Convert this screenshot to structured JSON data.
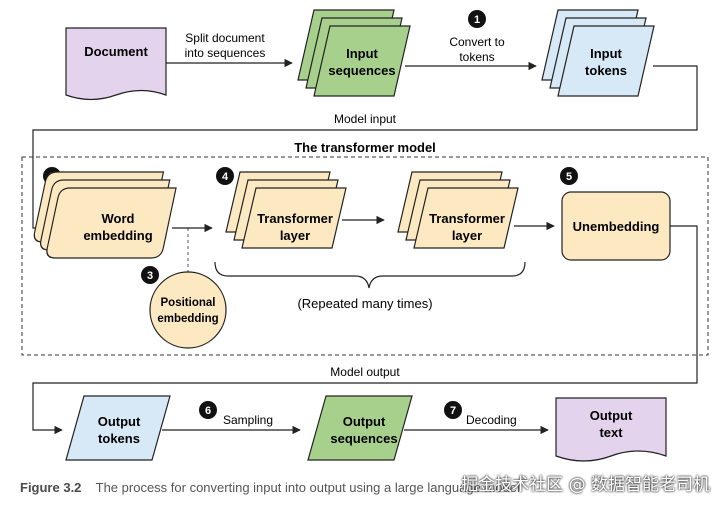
{
  "nodes": {
    "document": "Document",
    "input_sequences": [
      "Input",
      "sequences"
    ],
    "input_tokens": [
      "Input",
      "tokens"
    ],
    "word_embedding": [
      "Word",
      "embedding"
    ],
    "positional_embedding": [
      "Positional",
      "embedding"
    ],
    "transformer_layer_1": [
      "Transformer",
      "layer"
    ],
    "transformer_layer_2": [
      "Transformer",
      "layer"
    ],
    "unembedding": "Unembedding",
    "output_tokens": [
      "Output",
      "tokens"
    ],
    "output_sequences": [
      "Output",
      "sequences"
    ],
    "output_text": [
      "Output",
      "text"
    ]
  },
  "edges": {
    "split": [
      "Split document",
      "into sequences"
    ],
    "convert": [
      "Convert to",
      "tokens"
    ],
    "model_input": "Model input",
    "model_output": "Model output",
    "sampling": "Sampling",
    "decoding": "Decoding"
  },
  "steps": [
    "1",
    "2",
    "3",
    "4",
    "5",
    "6",
    "7"
  ],
  "model_box_title": "The transformer model",
  "repeat_label": "(Repeated many times)",
  "caption": {
    "figure": "Figure 3.2",
    "title": "The process for converting input into output using a large language model"
  },
  "watermark": "掘金技术社区 @ 数据智能老司机",
  "colors": {
    "purple": "#e3d3ec",
    "green": "#a8d08d",
    "blue": "#d7e8f6",
    "peach": "#fde9c1",
    "stroke": "#222222"
  }
}
